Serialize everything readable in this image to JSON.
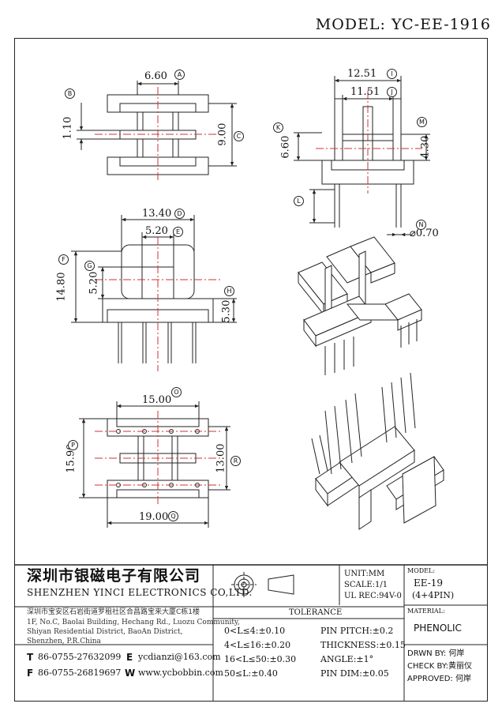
{
  "model": "MODEL: YC-EE-1916",
  "dims": {
    "top_6_60": "6.60",
    "top_1_10": "1.10",
    "top_9_00": "9.00",
    "side_12_51": "12.51",
    "side_11_51": "11.51",
    "side_6_60": "6.60",
    "side_4_30": "4.30",
    "side_0_70": "⌀0.70",
    "front_13_40": "13.40",
    "front_5_20a": "5.20",
    "front_14_80": "14.80",
    "front_5_20b": "5.20",
    "front_5_30": "5.30",
    "bot_15_00": "15.00",
    "bot_15_90": "15.90",
    "bot_13_00": "13.00",
    "bot_19_00": "19.00"
  },
  "markers": {
    "A": "A",
    "B": "B",
    "C": "C",
    "D": "D",
    "E": "E",
    "F": "F",
    "G": "G",
    "H": "H",
    "I": "I",
    "J": "J",
    "K": "K",
    "L": "L",
    "M": "M",
    "N": "N",
    "O": "O",
    "P": "P",
    "Q": "Q",
    "R": "R"
  },
  "company": {
    "name_cn": "深圳市银磁电子有限公司",
    "name_en": "SHENZHEN YINCI ELECTRONICS CO,LTD.",
    "address_cn": "深圳市宝安区石岩街道罗租社区合昌路宝来大厦C栋1楼",
    "address_en_1": "1F, No.C, Baolai Building, Hechang Rd., Luozu Community,",
    "address_en_2": "Shiyan Residential District, BaoAn District,",
    "address_en_3": "Shenzhen, P.R.China",
    "t_label": "T",
    "tel": "86-0755-27632099",
    "f_label": "F",
    "fax": "86-0755-26819697",
    "e_label": "E",
    "email": "ycdianzi@163.com",
    "w_label": "W",
    "web": "www.ycbobbin.com"
  },
  "specs": {
    "unit": "UNIT:MM",
    "scale": "SCALE:1/1",
    "ul": "UL REC:94V-0",
    "model_label": "MODEL:",
    "model_value": "EE-19",
    "model_pins": "(4+4PIN)",
    "material_label": "MATERIAL:",
    "material_value": "PHENOLIC"
  },
  "tolerance": {
    "title": "TOLERANCE",
    "rows": [
      "0<L≤4:±0.10",
      "4<L≤16:±0.20",
      "16<L≤50:±0.30",
      "50≤L:±0.40"
    ],
    "right_rows": [
      "PIN PITCH:±0.2",
      "THICKNESS:±0.15",
      "ANGLE:±1°",
      "PIN DIM:±0.05"
    ]
  },
  "signoff": {
    "drawn": "DRWN BY: 何岸",
    "check": "CHECK BY:黄丽仪",
    "approved": "APPROVED: 何岸"
  }
}
